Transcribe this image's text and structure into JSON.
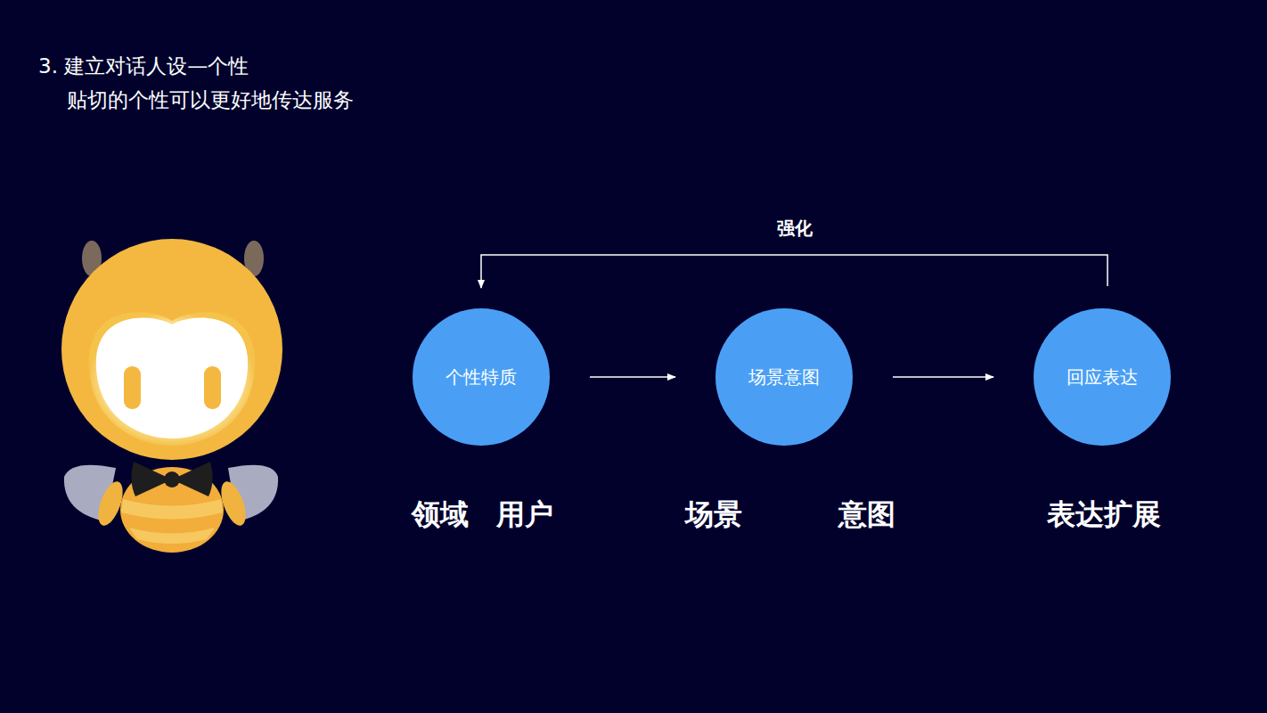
{
  "diagram": {
    "title": "3. 建立对话人设—个性",
    "nodes": [
      {
        "text": [
          "个性特质"
        ]
      },
      {
        "text": [
          "场景意图"
        ]
      },
      {
        "text": [
          "回应表达"
        ]
      }
    ],
    "edges": [
      {
        "from": 0,
        "to": 1,
        "arrow": "to"
      },
      {
        "from": 1,
        "to": 2,
        "arrow": "to"
      },
      {
        "from": 2,
        "to": 0,
        "label": "强化",
        "arrow": "to"
      }
    ],
    "labels": [
      "贴切的个性可以更好地传达服务",
      "领域",
      "用户",
      "场景",
      "意图",
      "表达扩展"
    ]
  }
}
